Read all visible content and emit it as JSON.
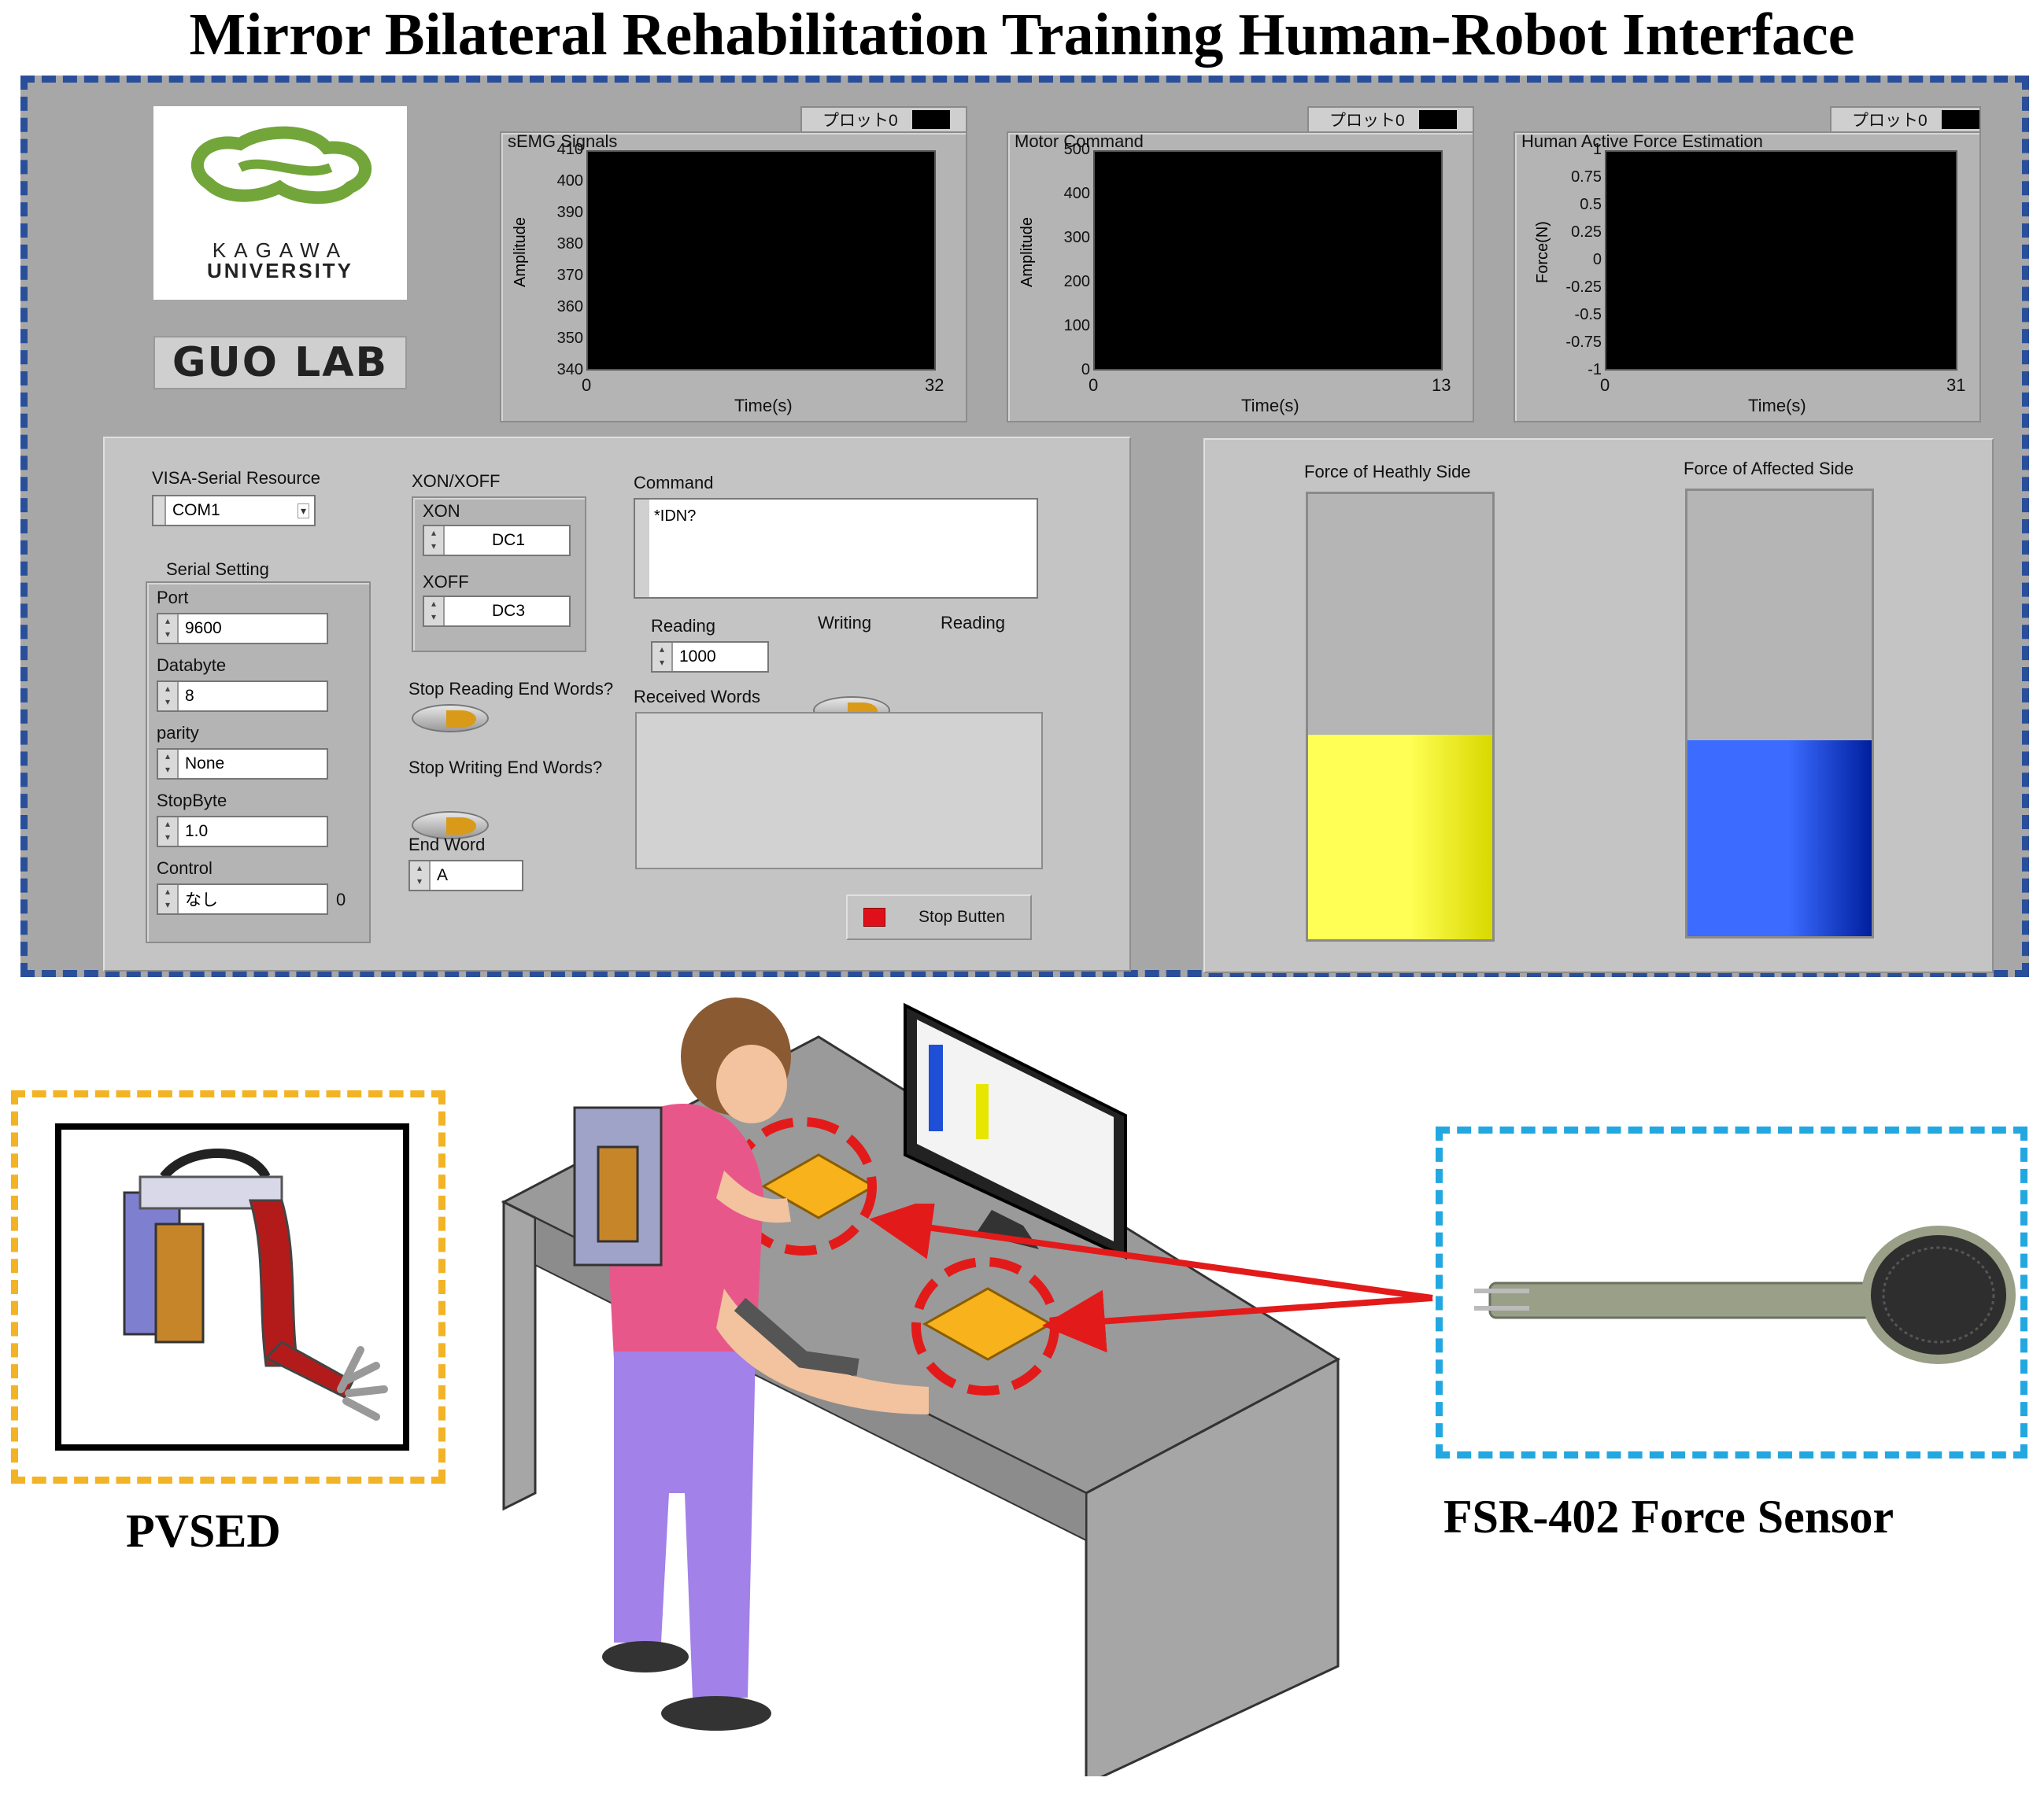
{
  "title": "Mirror Bilateral Rehabilitation Training Human-Robot Interface",
  "logos": {
    "kagawa_line1": "KAGAWA",
    "kagawa_line2": "UNIVERSITY",
    "lab": "GUO LAB"
  },
  "graphs": [
    {
      "title": "sEMG Signals",
      "legend": "プロット0",
      "ylabel": "Amplitude",
      "xlabel": "Time(s)",
      "yticks": [
        "410",
        "400",
        "390",
        "380",
        "370",
        "360",
        "350",
        "340"
      ],
      "xmin": "0",
      "xmax": "32"
    },
    {
      "title": "Motor Command",
      "legend": "プロット0",
      "ylabel": "Amplitude",
      "xlabel": "Time(s)",
      "yticks": [
        "500",
        "400",
        "300",
        "200",
        "100",
        "0"
      ],
      "xmin": "0",
      "xmax": "13"
    },
    {
      "title": "Human Active Force Estimation",
      "legend": "プロット0",
      "ylabel": "Force(N)",
      "xlabel": "Time(s)",
      "yticks": [
        "1",
        "0.75",
        "0.5",
        "0.25",
        "0",
        "-0.25",
        "-0.5",
        "-0.75",
        "-1"
      ],
      "xmin": "0",
      "xmax": "31"
    }
  ],
  "serial": {
    "visa_label": "VISA-Serial Resource",
    "visa_value": "COM1",
    "group_label": "Serial Setting",
    "fields": [
      {
        "label": "Port",
        "value": "9600"
      },
      {
        "label": "Databyte",
        "value": "8"
      },
      {
        "label": "parity",
        "value": "None"
      },
      {
        "label": "StopByte",
        "value": "1.0"
      },
      {
        "label": "Control",
        "value": "なし"
      }
    ],
    "control_suffix": "0"
  },
  "xonxoff": {
    "label": "XON/XOFF",
    "xon_label": "XON",
    "xon_value": "DC1",
    "xoff_label": "XOFF",
    "xoff_value": "DC3"
  },
  "stops": {
    "stop_reading_label": "Stop Reading End Words?",
    "stop_writing_label": "Stop Writing End Words?",
    "end_word_label": "End Word",
    "end_word_value": "A"
  },
  "command": {
    "label": "Command",
    "value": "*IDN?",
    "reading_label": "Reading",
    "reading_value": "1000",
    "writing_toggle_label": "Writing",
    "reading_toggle_label": "Reading",
    "received_label": "Received Words",
    "received_value": "",
    "stop_button": "Stop Butten"
  },
  "gauges": [
    {
      "label": "Force of Heathly Side",
      "level": 0.46,
      "color_top": "#ffff55",
      "color_bottom": "#d8d800"
    },
    {
      "label": "Force of Affected Side",
      "level": 0.44,
      "color_top": "#3b6bff",
      "color_bottom": "#001f9e"
    }
  ],
  "illustration": {
    "device_caption": "PVSED",
    "sensor_caption": "FSR-402 Force Sensor",
    "colors": {
      "arrow": "#e31a1a",
      "pad": "#f7b21c",
      "yellow_frame": "#f2b325",
      "blue_frame": "#22a7e0"
    }
  }
}
